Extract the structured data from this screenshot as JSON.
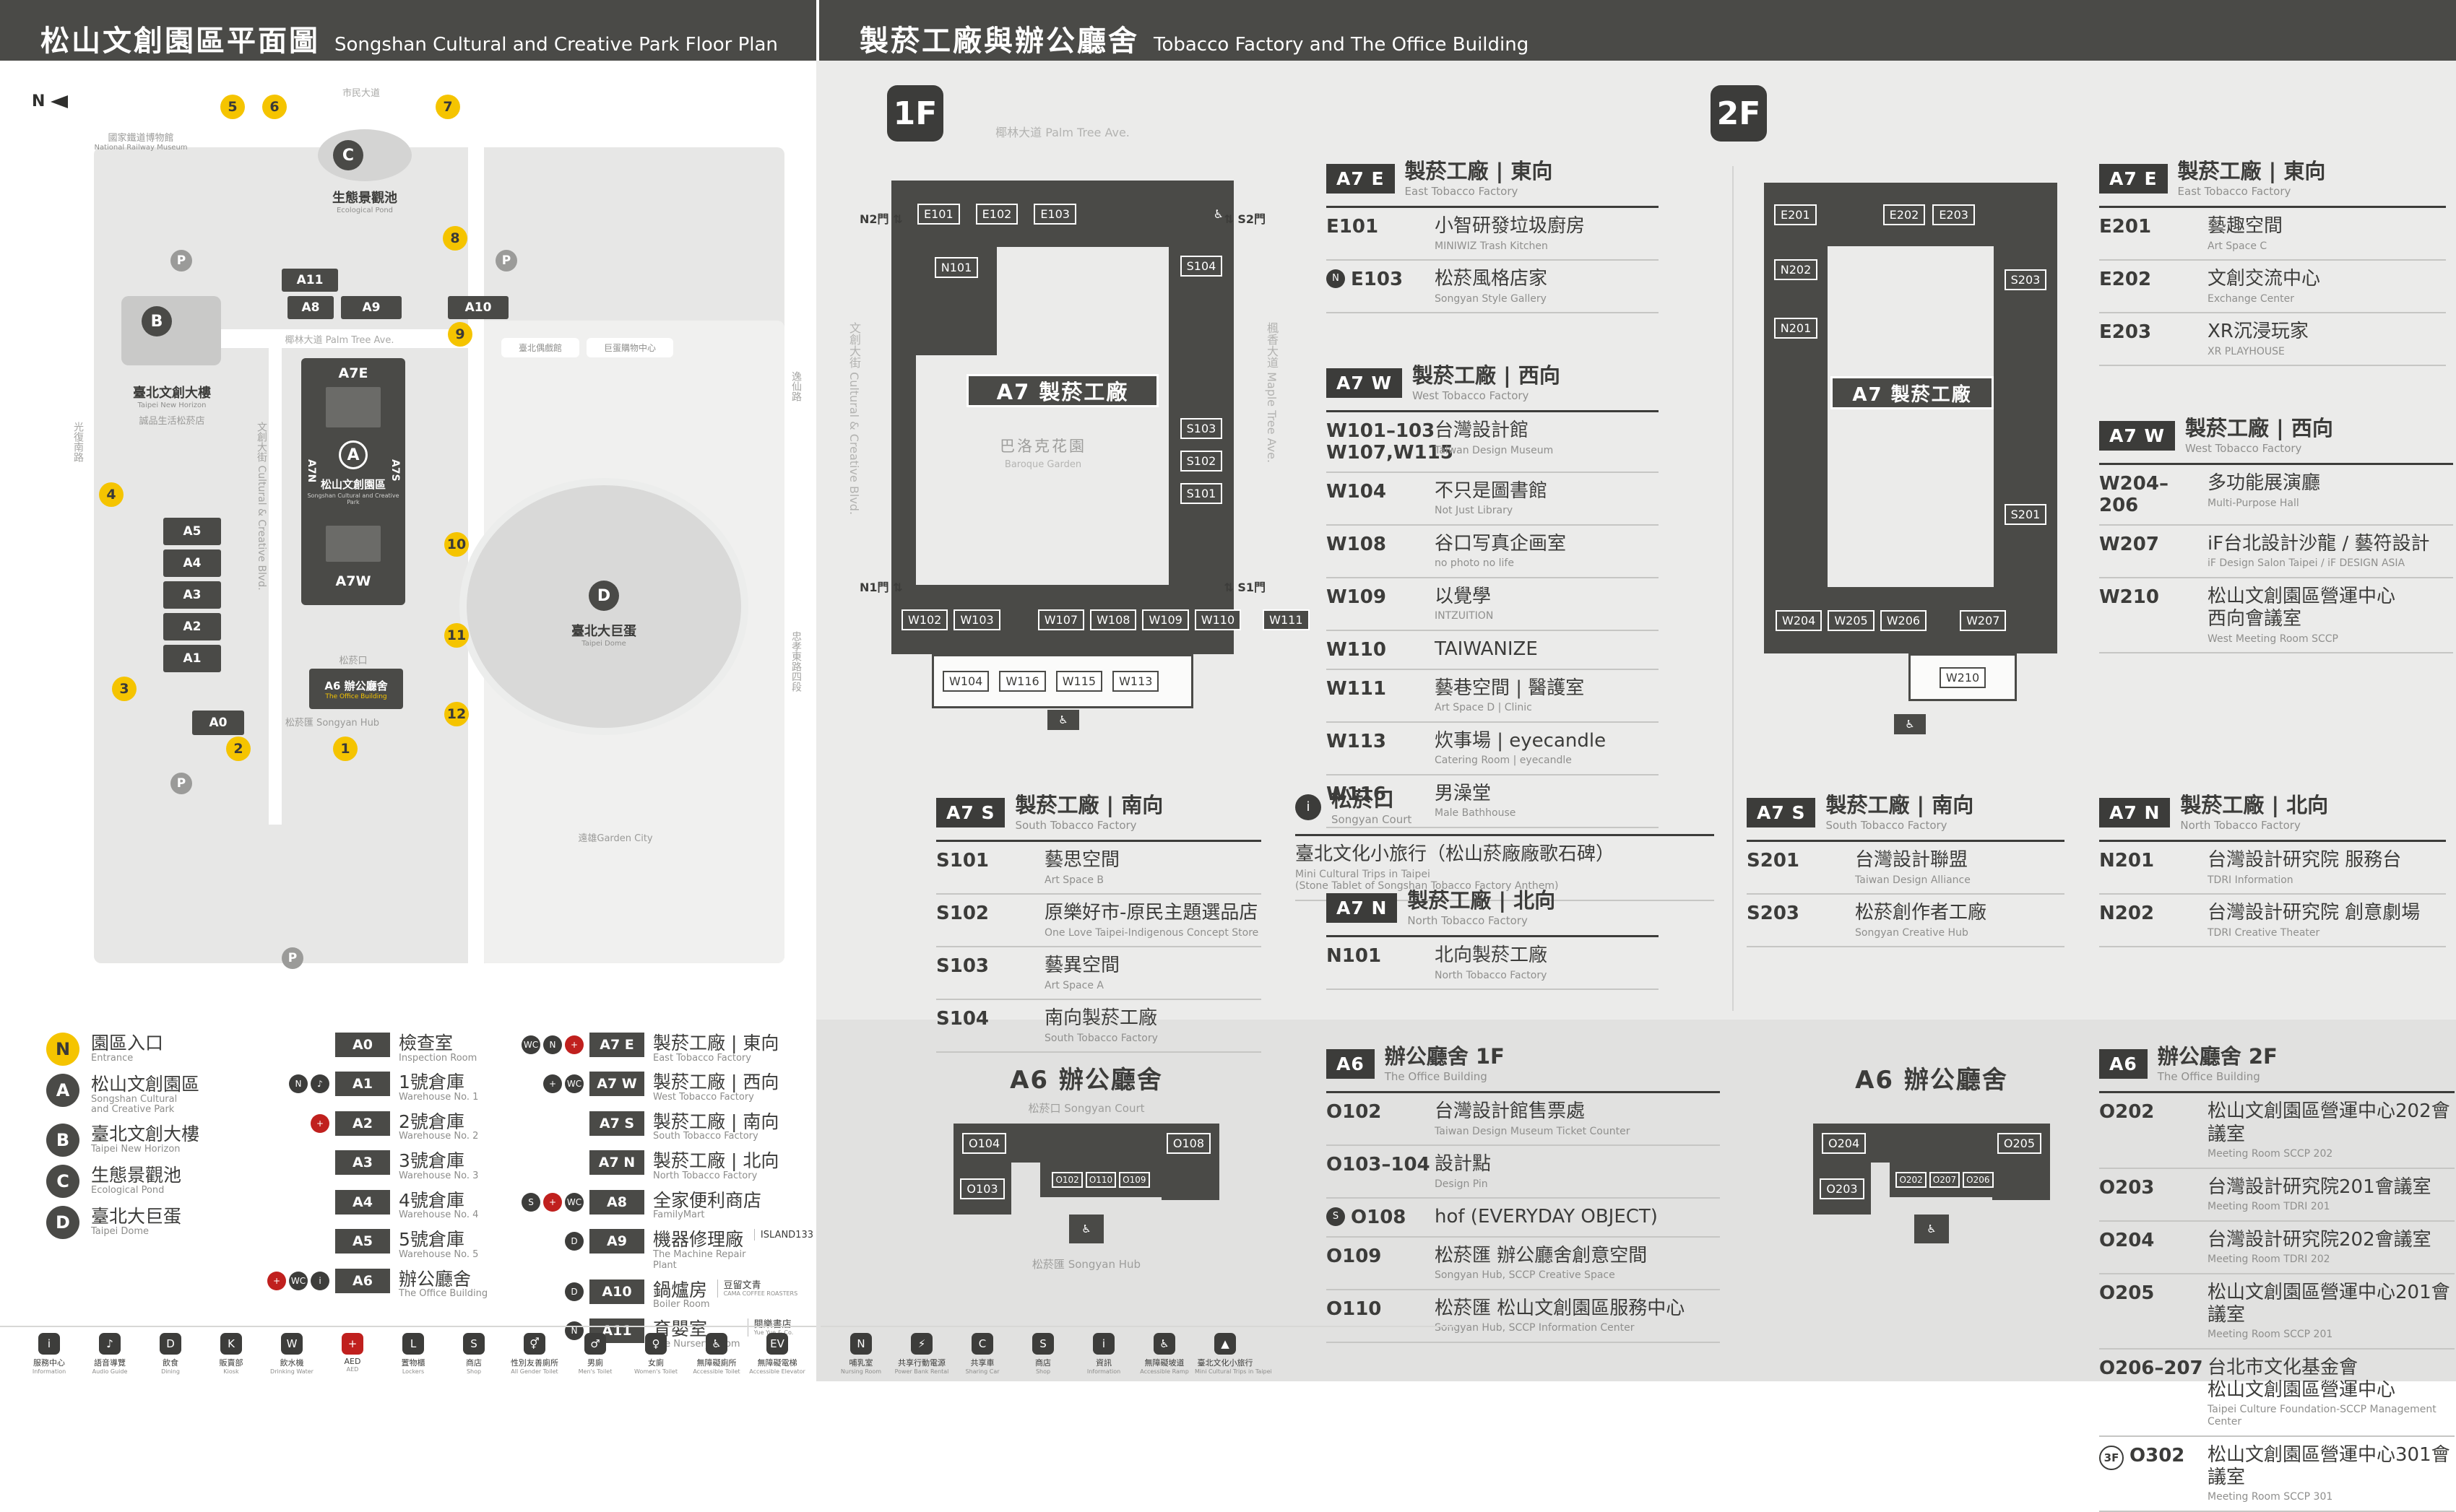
{
  "left_panel": {
    "header": {
      "title_zh": "松山文創園區平面圖",
      "title_en": "Songshan Cultural and Creative Park Floor Plan"
    },
    "map": {
      "compass": "N",
      "streets": {
        "top": "市民大道",
        "left": "光復南路",
        "right_top": "逸仙路",
        "right_bottom": "忠孝東路四段",
        "palm": "椰林大道 Palm Tree Ave.",
        "ccb": "文創大街 Cultural & Creative Blvd."
      },
      "labels": {
        "railway_zh": "國家鐵道博物館",
        "railway_en": "National Railway Museum",
        "pond_zh": "生態景觀池",
        "pond_en": "Ecological Pond",
        "horizon_zh": "臺北文創大樓",
        "horizon_en": "Taipei New Horizon",
        "eslite": "誠品生活松菸店",
        "sccp_zh": "松山文創園區",
        "sccp_en": "Songshan Cultural and Creative Park",
        "dome_zh": "臺北大巨蛋",
        "dome_en": "Taipei Dome",
        "court": "松菸口",
        "office_tag": "A6",
        "office_zh": "辦公廳舍",
        "office_en": "The Office Building",
        "hub_zh": "松菸匯 Songyan Hub",
        "puppet": "臺北偶戲館",
        "mall": "巨蛋購物中心",
        "garden": "遠雄Garden City",
        "a7e": "A7E",
        "a7w": "A7W",
        "a7n": "A7N",
        "a7s": "A7S",
        "parking": "P"
      },
      "warehouses": [
        "A5",
        "A4",
        "A3",
        "A2",
        "A1"
      ],
      "north_buildings": [
        "A11",
        "A8",
        "A9",
        "A10"
      ],
      "a0": "A0",
      "entrances": [
        "1",
        "2",
        "3",
        "4",
        "5",
        "6",
        "7",
        "8",
        "9",
        "10",
        "11",
        "12"
      ],
      "marks": [
        "A",
        "B",
        "C",
        "D"
      ]
    },
    "legend_areas": [
      {
        "badge": "N",
        "yellow": true,
        "zh": "園區入口",
        "en": "Entrance"
      },
      {
        "badge": "A",
        "zh": "松山文創園區",
        "en": "Songshan Cultural\nand Creative Park"
      },
      {
        "badge": "B",
        "zh": "臺北文創大樓",
        "en": "Taipei New Horizon"
      },
      {
        "badge": "C",
        "zh": "生態景觀池",
        "en": "Ecological Pond"
      },
      {
        "badge": "D",
        "zh": "臺北大巨蛋",
        "en": "Taipei Dome"
      }
    ],
    "legend_col2": [
      {
        "badge": "A0",
        "zh": "檢查室",
        "en": "Inspection Room",
        "icons": []
      },
      {
        "badge": "A1",
        "zh": "1號倉庫",
        "en": "Warehouse No. 1",
        "icons": [
          "nursing",
          "audio"
        ]
      },
      {
        "badge": "A2",
        "zh": "2號倉庫",
        "en": "Warehouse No. 2",
        "icons": [
          "aed"
        ]
      },
      {
        "badge": "A3",
        "zh": "3號倉庫",
        "en": "Warehouse No. 3",
        "icons": []
      },
      {
        "badge": "A4",
        "zh": "4號倉庫",
        "en": "Warehouse No. 4",
        "icons": []
      },
      {
        "badge": "A5",
        "zh": "5號倉庫",
        "en": "Warehouse No. 5",
        "icons": []
      },
      {
        "badge": "A6",
        "zh": "辦公廳舍",
        "en": "The Office Building",
        "icons": [
          "aed",
          "toilet",
          "info"
        ]
      }
    ],
    "legend_col3": [
      {
        "badge": "A7 E",
        "zh": "製菸工廠 | 東向",
        "en": "East Tobacco Factory",
        "icons": [
          "toilet",
          "nursing",
          "aed"
        ]
      },
      {
        "badge": "A7 W",
        "zh": "製菸工廠 | 西向",
        "en": "West Tobacco Factory",
        "icons": [
          "clinic",
          "toilet"
        ]
      },
      {
        "badge": "A7 S",
        "zh": "製菸工廠 | 南向",
        "en": "South Tobacco Factory",
        "icons": []
      },
      {
        "badge": "A7 N",
        "zh": "製菸工廠 | 北向",
        "en": "North Tobacco Factory",
        "icons": []
      },
      {
        "badge": "A8",
        "zh": "全家便利商店",
        "en": "FamilyMart",
        "icons": [
          "shop",
          "aed",
          "toilet"
        ]
      },
      {
        "badge": "A9",
        "zh": "機器修理廠",
        "en": "The Machine Repair Plant",
        "icons": [
          "dining"
        ],
        "note_zh": "ISLAND133",
        "note_en": ""
      },
      {
        "badge": "A10",
        "zh": "鍋爐房",
        "en": "Boiler Room",
        "icons": [
          "dining"
        ],
        "note_zh": "豆留文青",
        "note_en": "CAMA COFFEE ROASTERS"
      },
      {
        "badge": "A11",
        "zh": "育嬰室",
        "en": "The Nursery Room",
        "icons": [
          "nursing"
        ],
        "note_zh": "閱樂書店",
        "note_en": "Yue Yue & Co."
      }
    ],
    "footer_items": [
      {
        "zh": "服務中心",
        "en": "Information",
        "g": "i"
      },
      {
        "zh": "語音導覽",
        "en": "Audio Guide",
        "g": "♪"
      },
      {
        "zh": "飲食",
        "en": "Dining",
        "g": "D"
      },
      {
        "zh": "販賣部",
        "en": "Kiosk",
        "g": "K"
      },
      {
        "zh": "飲水機",
        "en": "Drinking Water",
        "g": "W"
      },
      {
        "zh": "AED",
        "en": "AED",
        "g": "+",
        "red": true
      },
      {
        "zh": "置物櫃",
        "en": "Lockers",
        "g": "L"
      },
      {
        "zh": "商店",
        "en": "Shop",
        "g": "S"
      },
      {
        "zh": "性別友善廁所",
        "en": "All Gender Toilet",
        "g": "⚥"
      },
      {
        "zh": "男廁",
        "en": "Men's Toilet",
        "g": "♂"
      },
      {
        "zh": "女廁",
        "en": "Women's Toilet",
        "g": "♀"
      },
      {
        "zh": "無障礙廁所",
        "en": "Accessible Toilet",
        "g": "♿"
      },
      {
        "zh": "無障礙電梯",
        "en": "Accessible Elevator",
        "g": "EV"
      }
    ]
  },
  "right_panel": {
    "header": {
      "title_zh": "製菸工廠與辦公廳舍",
      "title_en": "Tobacco Factory and The Office Building"
    },
    "f1_badge": "1F",
    "f2_badge": "2F",
    "plan1": {
      "street_top": "椰林大道 Palm Tree Ave.",
      "street_left": "文創大街 Cultural & Creative Blvd.",
      "street_right": "楓香大道 Maple Tree Ave.",
      "gate_nw": "N2門",
      "gate_ne": "S2門",
      "gate_sw": "N1門",
      "gate_se": "S1門",
      "plate": "A7 製菸工廠",
      "courtyard_zh": "巴洛克花園",
      "courtyard_en": "Baroque Garden",
      "rooms_top": [
        "E101",
        "E102",
        "E103"
      ],
      "room_nw": "N101",
      "rooms_right": [
        "S104",
        "S103",
        "S102",
        "S101"
      ],
      "rooms_bottom": [
        "W102",
        "W103",
        "W107",
        "W108",
        "W109",
        "W110",
        "W111"
      ],
      "rooms_south": [
        "W104",
        "W116",
        "W115",
        "W113"
      ]
    },
    "plan2": {
      "plate": "A7 製菸工廠",
      "rooms_top": [
        "E201",
        "E202",
        "E203"
      ],
      "rooms_left": [
        "N202",
        "N201"
      ],
      "rooms_right": [
        "S203",
        "S201"
      ],
      "rooms_bottom": [
        "W204",
        "W205",
        "W206",
        "W207"
      ],
      "rooms_south": [
        "W210"
      ]
    },
    "a6f1": {
      "title": "A6 辦公廳舍",
      "court": "松菸口 Songyan Court",
      "hub": "松菸匯 Songyan Hub",
      "bar_left": "O104",
      "bar_right": "O108",
      "wing_left": "O103",
      "center": [
        "O102",
        "O110",
        "O109"
      ]
    },
    "a6f2": {
      "title": "A6 辦公廳舍",
      "bar_left": "O204",
      "bar_right": "O205",
      "wing_left": "O203",
      "center": [
        "O202",
        "O207",
        "O206"
      ]
    },
    "sections": [
      {
        "badge": "A7 E",
        "title_zh": "製菸工廠 | 東向",
        "title_en": "East Tobacco Factory",
        "entries": [
          {
            "code": "E101",
            "zh": "小智研發垃圾廚房",
            "en": "MINIWIZ Trash Kitchen"
          },
          {
            "code": "E103",
            "icon": "nursing",
            "zh": "松菸風格店家",
            "en": "Songyan Style Gallery"
          }
        ]
      },
      {
        "badge": "A7 W",
        "title_zh": "製菸工廠 | 西向",
        "title_en": "West Tobacco Factory",
        "entries": [
          {
            "code": "W101–103",
            "code2": "W107,W115",
            "zh": "台灣設計館",
            "en": "Taiwan Design Museum"
          },
          {
            "code": "W104",
            "zh": "不只是圖書館",
            "en": "Not Just Library"
          },
          {
            "code": "W108",
            "zh": "谷口写真企画室",
            "en": "no photo no life"
          },
          {
            "code": "W109",
            "zh": "以覺學",
            "en": "INTZUITION"
          },
          {
            "code": "W110",
            "zh": "TAIWANIZE",
            "en": ""
          },
          {
            "code": "W111",
            "zh": "藝巷空間 | 醫護室",
            "en": "Art Space D | Clinic"
          },
          {
            "code": "W113",
            "zh": "炊事場 | eyecandle",
            "en": "Catering Room | eyecandle"
          },
          {
            "code": "W116",
            "zh": "男澡堂",
            "en": "Male Bathhouse"
          }
        ]
      },
      {
        "badge": "A7 S",
        "title_zh": "製菸工廠 | 南向",
        "title_en": "South Tobacco Factory",
        "entries": [
          {
            "code": "S101",
            "zh": "藝思空間",
            "en": "Art Space B"
          },
          {
            "code": "S102",
            "zh": "原樂好市-原民主題選品店",
            "en": "One Love Taipei-Indigenous Concept Store"
          },
          {
            "code": "S103",
            "zh": "藝異空間",
            "en": "Art Space A"
          },
          {
            "code": "S104",
            "zh": "南向製菸工廠",
            "en": "South Tobacco Factory"
          }
        ]
      },
      {
        "icon": "person",
        "title_zh": "松菸口",
        "title_en": "Songyan Court",
        "entries": [
          {
            "zh": "臺北文化小旅行（松山菸廠廠歌石碑）",
            "en": "Mini Cultural Trips in Taipei\n(Stone Tablet of Songshan Tobacco Factory Anthem)"
          }
        ]
      },
      {
        "badge": "A7 N",
        "title_zh": "製菸工廠 | 北向",
        "title_en": "North Tobacco Factory",
        "entries": [
          {
            "code": "N101",
            "zh": "北向製菸工廠",
            "en": "North Tobacco Factory"
          }
        ]
      },
      {
        "badge": "A6",
        "title_zh": "辦公廳舍 1F",
        "title_en": "The Office Building",
        "entries": [
          {
            "code": "O102",
            "zh": "台灣設計館售票處",
            "en": "Taiwan Design Museum Ticket Counter"
          },
          {
            "code": "O103–104",
            "zh": "設計點",
            "en": "Design Pin"
          },
          {
            "code": "O108",
            "icon": "shop",
            "zh": "hof (EVERYDAY OBJECT)",
            "en": ""
          },
          {
            "code": "O109",
            "zh": "松菸匯 辦公廳舍創意空間",
            "en": "Songyan Hub, SCCP Creative Space"
          },
          {
            "code": "O110",
            "zh": "松菸匯 松山文創園區服務中心",
            "en": "Songyan Hub, SCCP Information Center"
          }
        ]
      },
      {
        "badge": "A7 E",
        "title_zh": "製菸工廠 | 東向",
        "title_en": "East Tobacco Factory",
        "entries": [
          {
            "code": "E201",
            "zh": "藝趣空間",
            "en": "Art Space C"
          },
          {
            "code": "E202",
            "zh": "文創交流中心",
            "en": "Exchange Center"
          },
          {
            "code": "E203",
            "zh": "XR沉浸玩家",
            "en": "XR PLAYHOUSE"
          }
        ]
      },
      {
        "badge": "A7 W",
        "title_zh": "製菸工廠 | 西向",
        "title_en": "West Tobacco Factory",
        "entries": [
          {
            "code": "W204–206",
            "zh": "多功能展演廳",
            "en": "Multi-Purpose Hall"
          },
          {
            "code": "W207",
            "zh": "iF台北設計沙龍 / 藝符設計",
            "en": "iF Design Salon Taipei / iF DESIGN ASIA"
          },
          {
            "code": "W210",
            "zh": "松山文創園區營運中心\n西向會議室",
            "en": "West Meeting Room SCCP"
          }
        ]
      },
      {
        "badge": "A7 S",
        "title_zh": "製菸工廠 | 南向",
        "title_en": "South Tobacco Factory",
        "entries": [
          {
            "code": "S201",
            "zh": "台灣設計聯盟",
            "en": "Taiwan Design Alliance"
          },
          {
            "code": "S203",
            "zh": "松菸創作者工廠",
            "en": "Songyan Creative Hub"
          }
        ]
      },
      {
        "badge": "A7 N",
        "title_zh": "製菸工廠 | 北向",
        "title_en": "North Tobacco Factory",
        "entries": [
          {
            "code": "N201",
            "zh": "台灣設計研究院 服務台",
            "en": "TDRI Information"
          },
          {
            "code": "N202",
            "zh": "台灣設計研究院 創意劇場",
            "en": "TDRI Creative Theater"
          }
        ]
      },
      {
        "badge": "A6",
        "title_zh": "辦公廳舍 2F",
        "title_en": "The Office Building",
        "entries": [
          {
            "code": "O202",
            "zh": "松山文創園區營運中心202會議室",
            "en": "Meeting Room SCCP 202"
          },
          {
            "code": "O203",
            "zh": "台灣設計研究院201會議室",
            "en": "Meeting Room TDRI 201"
          },
          {
            "code": "O204",
            "zh": "台灣設計研究院202會議室",
            "en": "Meeting Room TDRI 202"
          },
          {
            "code": "O205",
            "zh": "松山文創園區營運中心201會議室",
            "en": "Meeting Room SCCP 201"
          },
          {
            "code": "O206–207",
            "zh": "台北市文化基金會\n松山文創園區營運中心",
            "en": "Taipei Culture Foundation-SCCP Management Center"
          },
          {
            "code": "O302",
            "prefix": "3F",
            "zh": "松山文創園區營運中心301會議室",
            "en": "Meeting Room SCCP 301"
          }
        ]
      }
    ],
    "footer_items": [
      {
        "zh": "哺乳室",
        "en": "Nursing Room",
        "g": "N"
      },
      {
        "zh": "共享行動電源",
        "en": "Power Bank Rental",
        "g": "⚡"
      },
      {
        "zh": "共享車",
        "en": "Sharing Car",
        "g": "C"
      },
      {
        "zh": "商店",
        "en": "Shop",
        "g": "S"
      },
      {
        "zh": "資訊",
        "en": "Information",
        "g": "i"
      },
      {
        "zh": "無障礙坡道",
        "en": "Accessible Ramp",
        "g": "♿"
      },
      {
        "zh": "臺北文化小旅行",
        "en": "Mini Cultural Trips in Taipei",
        "g": "▲"
      }
    ]
  }
}
